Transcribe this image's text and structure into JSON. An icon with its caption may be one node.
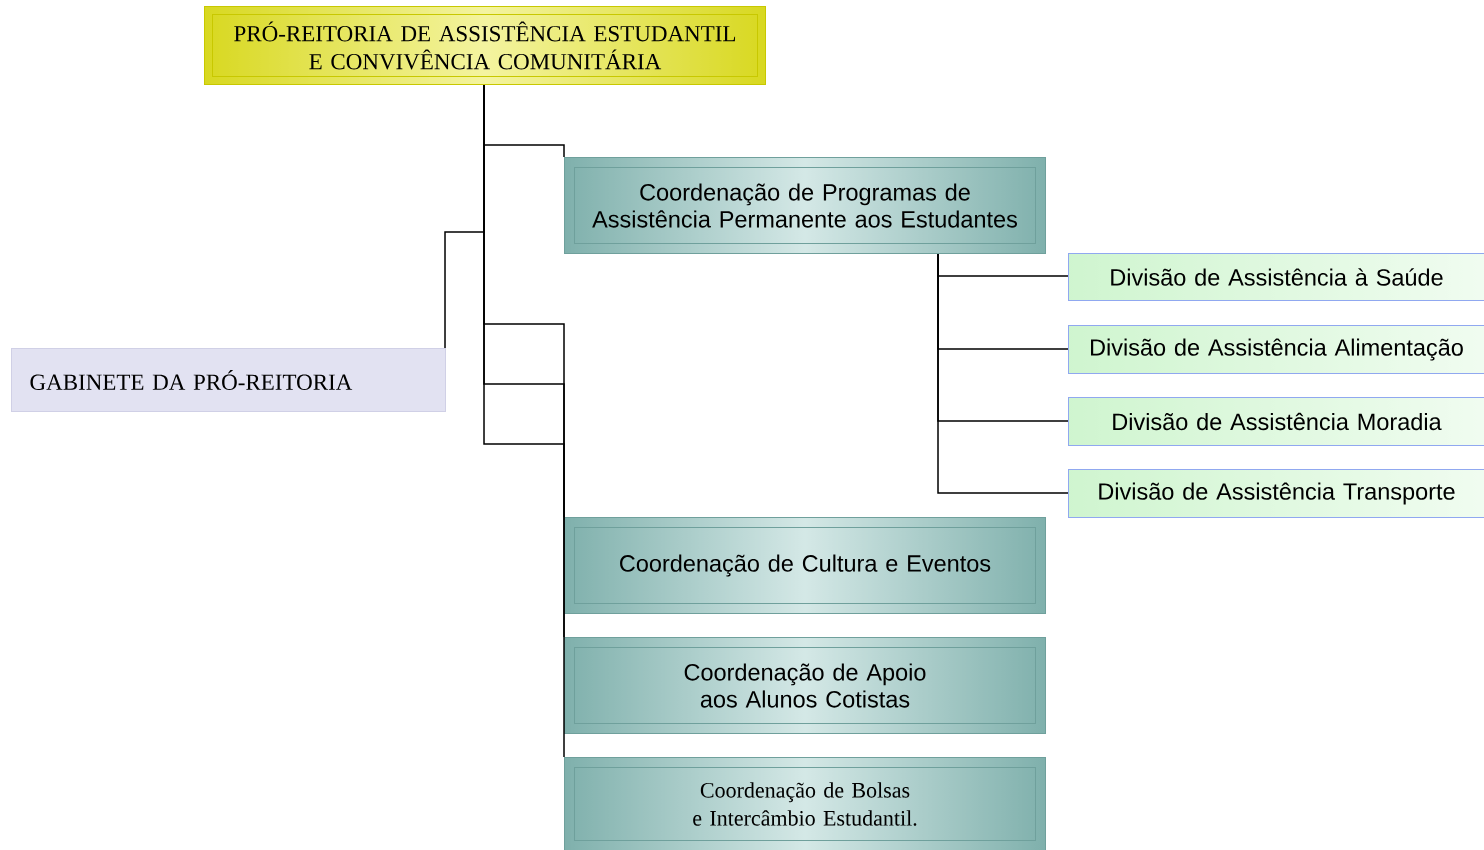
{
  "diagram": {
    "nodes": [
      {
        "text": [
          "PRÓ-REITORIA DE ASSISTÊNCIA ESTUDANTIL E CONVIVÊNCIA COMUNITÁRIA"
        ]
      },
      {
        "text": [
          "GABINETE DA PRÓ-REITORIA"
        ]
      },
      {
        "text": [
          "Coordenação de Programas de Assistência Permanente aos Estudantes"
        ]
      },
      {
        "text": [
          "Divisão de Assistência à Saúde"
        ]
      },
      {
        "text": [
          "Divisão de Assistência Alimentação"
        ]
      },
      {
        "text": [
          "Divisão de Assistência Moradia"
        ]
      },
      {
        "text": [
          "Divisão de Assistência Transporte"
        ]
      },
      {
        "text": [
          "Coordenação de Cultura e Eventos"
        ]
      },
      {
        "text": [
          "Coordenação de Apoio aos Alunos Cotistas"
        ]
      },
      {
        "text": [
          "Coordenação de Bolsas e Intercâmbio Estudantil."
        ]
      }
    ],
    "edges": [
      {
        "from": 0,
        "to": 1,
        "arrow": "none"
      },
      {
        "from": 0,
        "to": 2,
        "arrow": "none"
      },
      {
        "from": 2,
        "to": 3,
        "arrow": "none"
      },
      {
        "from": 2,
        "to": 4,
        "arrow": "none"
      },
      {
        "from": 2,
        "to": 5,
        "arrow": "none"
      },
      {
        "from": 2,
        "to": 6,
        "arrow": "none"
      },
      {
        "from": 0,
        "to": 7,
        "arrow": "none"
      },
      {
        "from": 0,
        "to": 8,
        "arrow": "none"
      },
      {
        "from": 0,
        "to": 9,
        "arrow": "none"
      }
    ]
  }
}
